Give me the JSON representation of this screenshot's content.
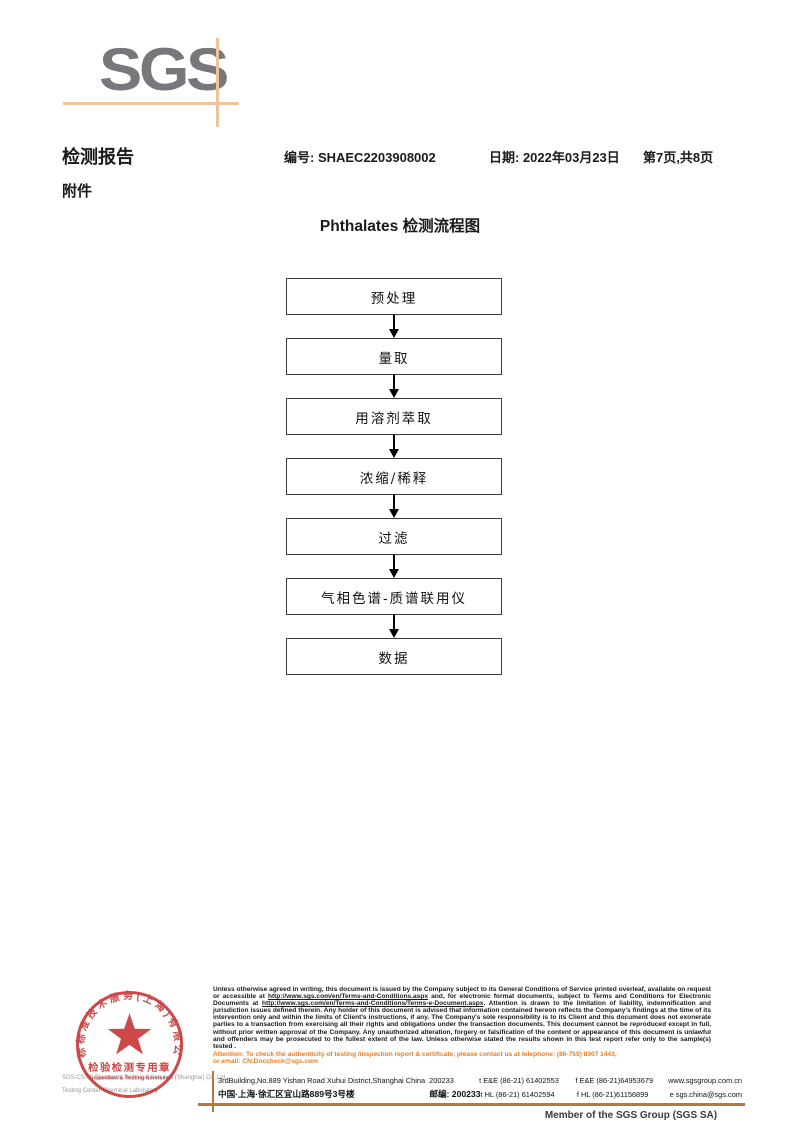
{
  "header": {
    "logo_text": "SGS",
    "report_title": "检测报告",
    "report_no": "编号: SHAEC2203908002",
    "date": "日期: 2022年03月23日",
    "page_info": "第7页,共8页",
    "attachment_label": "附件"
  },
  "flowchart": {
    "title": "Phthalates 检测流程图",
    "steps": [
      "预处理",
      "量取",
      "用溶剂萃取",
      "浓缩/稀释",
      "过滤",
      "气相色谱-质谱联用仪",
      "数据"
    ]
  },
  "stamp": {
    "ring_text": "通标标准技术服务(上海)有限公司",
    "center_line1": "检验检测专用章",
    "center_line2": "Inspection & Testing Services",
    "company_line1": "SGS-CSTC Standards Technical Services (Shanghai) Co.,Ltd.",
    "company_line2": "Testing Center-Chemical Laboratory"
  },
  "footer": {
    "disclaimer": [
      {
        "text": "Unless otherwise agreed in writing, this document is issued by the Company subject to its General Conditions of Service printed overleaf, available on request or accessible at "
      },
      {
        "url": "http://www.sgs.com/en/Terms-and-Conditions.aspx"
      },
      {
        "text": " and, for electronic format documents, subject to Terms and Conditions for Electronic Documents at "
      },
      {
        "url": "http://www.sgs.com/en/Terms-and-Conditions/Terms-e-Document.aspx"
      },
      {
        "text": ". Attention is drawn to the limitation of liability, indemnification and jurisdiction issues defined therein. Any holder of this document is advised that information contained hereon reflects the Company's findings at the time of its intervention only and within the limits of Client's instructions, if any. The Company's sole responsibility is to its Client and this document does not exonerate parties to a transaction from exercising all their rights and obligations under the transaction documents. This document cannot be reproduced except in full, without prior written approval of the Company. Any unauthorized alteration, forgery or falsification of the content or appearance of this document is unlawful and offenders may be prosecuted to the fullest extent of the law. Unless otherwise stated the results shown in this test report refer only to the sample(s) tested ."
      }
    ],
    "attention_line1": "Attention: To check the authenticity of testing /inspection report & certificate, please contact us at telephone: (86-755) 8307 1443,",
    "attention_line2": "or email: CN.Doccheck@sgs.com",
    "address_row1": {
      "addr": "3rdBuilding,No.889 Yishan Road Xuhui District,Shanghai China",
      "post": "200233",
      "tel": "t E&E (86-21) 61402553",
      "fax": "f E&E (86-21)64953679",
      "contact": "www.sgsgroup.com.cn"
    },
    "address_row2": {
      "addr": "中国·上海·徐汇区宜山路889号3号楼",
      "post": "邮编: 200233",
      "tel": "t HL (86-21) 61402594",
      "fax": "f HL (86-21)61156899",
      "contact": "e  sgs.china@sgs.com"
    },
    "member": "Member of the SGS Group (SGS SA)"
  },
  "colors": {
    "logo_gray": "#77787B",
    "accent_peach": "#EFC39E",
    "stamp_red": "#C53030",
    "attention_orange": "#E87D1E",
    "rule_tan": "#B5793F"
  }
}
